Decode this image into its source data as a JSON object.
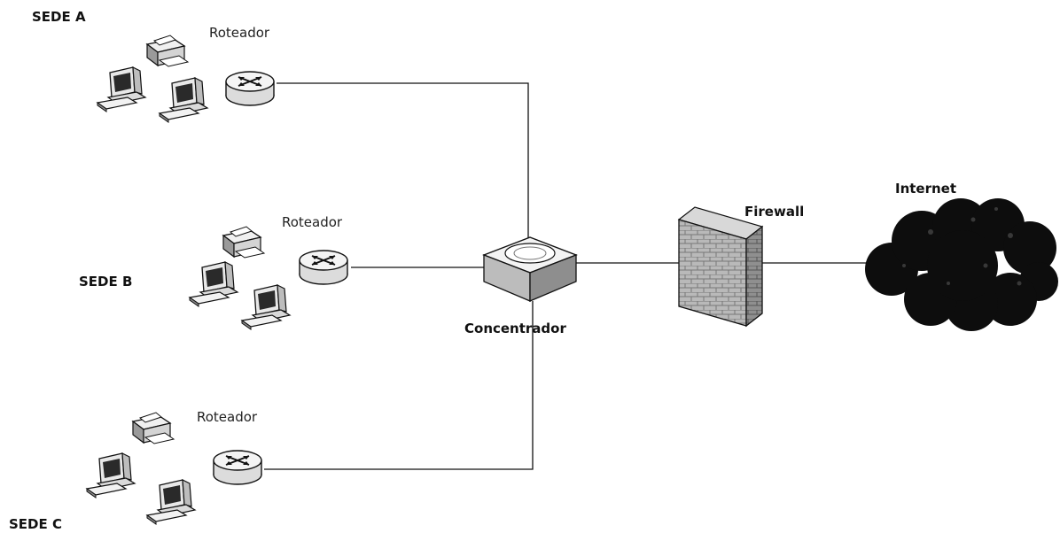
{
  "sites": {
    "a": {
      "label": "SEDE A",
      "router_label": "Roteador"
    },
    "b": {
      "label": "SEDE B",
      "router_label": "Roteador"
    },
    "c": {
      "label": "SEDE C",
      "router_label": "Roteador"
    }
  },
  "hub": {
    "label": "Concentrador"
  },
  "firewall": {
    "label": "Firewall"
  },
  "internet": {
    "label": "Internet"
  },
  "icons": {
    "router": "router-icon",
    "computer": "computer-icon",
    "printer": "printer-icon",
    "hub": "hub-icon",
    "firewall": "firewall-icon",
    "cloud": "internet-cloud-icon"
  }
}
